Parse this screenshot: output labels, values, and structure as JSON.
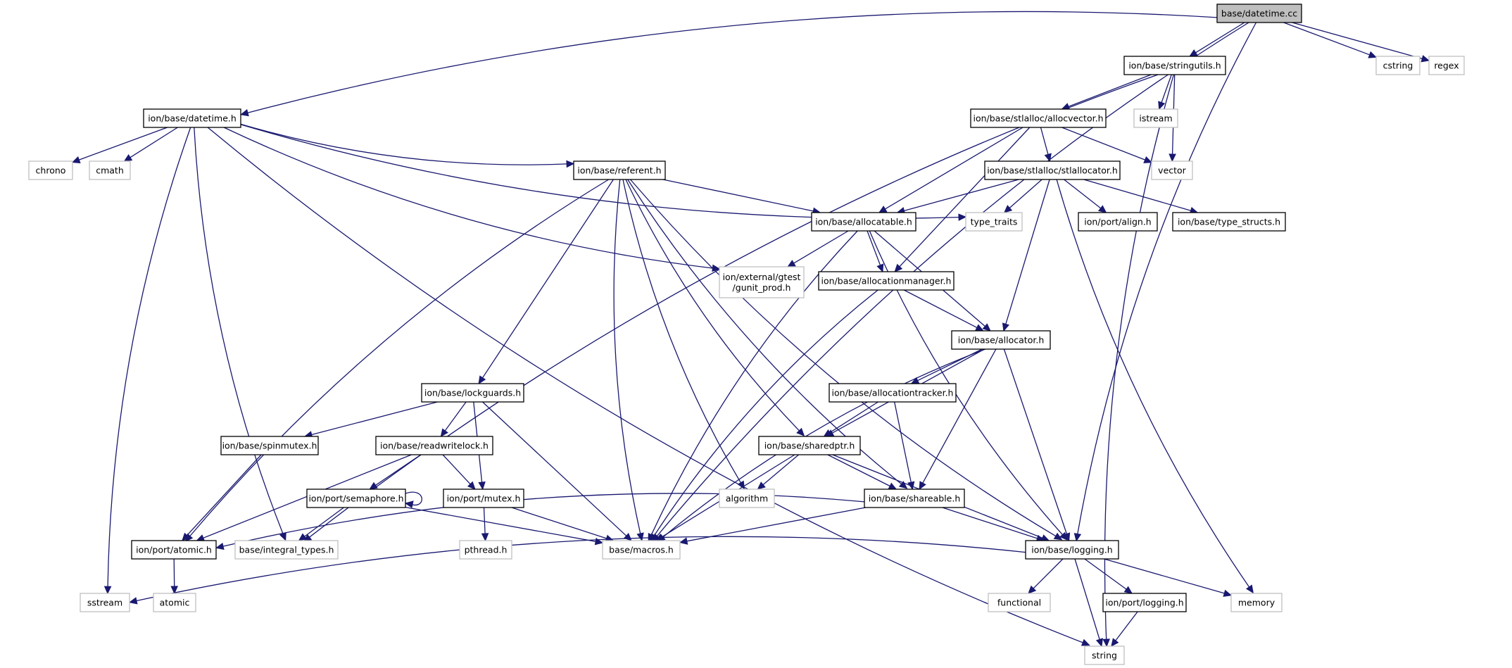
{
  "graph": {
    "nodes": [
      {
        "id": "datetime_cc",
        "label": "base/datetime.cc",
        "kind": "main"
      },
      {
        "id": "stringutils",
        "label": "ion/base/stringutils.h",
        "kind": "local"
      },
      {
        "id": "cstring",
        "label": "cstring",
        "kind": "system"
      },
      {
        "id": "regex",
        "label": "regex",
        "kind": "system"
      },
      {
        "id": "datetime_h",
        "label": "ion/base/datetime.h",
        "kind": "local"
      },
      {
        "id": "istream",
        "label": "istream",
        "kind": "system"
      },
      {
        "id": "allocvector",
        "label": "ion/base/stlalloc/allocvector.h",
        "kind": "local"
      },
      {
        "id": "vector",
        "label": "vector",
        "kind": "system"
      },
      {
        "id": "chrono",
        "label": "chrono",
        "kind": "system"
      },
      {
        "id": "cmath",
        "label": "cmath",
        "kind": "system"
      },
      {
        "id": "referent",
        "label": "ion/base/referent.h",
        "kind": "local"
      },
      {
        "id": "stlallocator",
        "label": "ion/base/stlalloc/stlallocator.h",
        "kind": "local"
      },
      {
        "id": "allocatable",
        "label": "ion/base/allocatable.h",
        "kind": "local"
      },
      {
        "id": "type_traits",
        "label": "type_traits",
        "kind": "system"
      },
      {
        "id": "port_align",
        "label": "ion/port/align.h",
        "kind": "local"
      },
      {
        "id": "type_structs",
        "label": "ion/base/type_structs.h",
        "kind": "local"
      },
      {
        "id": "gunit_prod",
        "label": "ion/external/gtest\n/gunit_prod.h",
        "kind": "system"
      },
      {
        "id": "allocationmanager",
        "label": "ion/base/allocationmanager.h",
        "kind": "local"
      },
      {
        "id": "allocator",
        "label": "ion/base/allocator.h",
        "kind": "local"
      },
      {
        "id": "lockguards",
        "label": "ion/base/lockguards.h",
        "kind": "local"
      },
      {
        "id": "allocationtracker",
        "label": "ion/base/allocationtracker.h",
        "kind": "local"
      },
      {
        "id": "spinmutex",
        "label": "ion/base/spinmutex.h",
        "kind": "local"
      },
      {
        "id": "readwritelock",
        "label": "ion/base/readwritelock.h",
        "kind": "local"
      },
      {
        "id": "sharedptr",
        "label": "ion/base/sharedptr.h",
        "kind": "local"
      },
      {
        "id": "semaphore",
        "label": "ion/port/semaphore.h",
        "kind": "local"
      },
      {
        "id": "port_mutex",
        "label": "ion/port/mutex.h",
        "kind": "local"
      },
      {
        "id": "algorithm",
        "label": "algorithm",
        "kind": "system"
      },
      {
        "id": "shareable",
        "label": "ion/base/shareable.h",
        "kind": "local"
      },
      {
        "id": "port_atomic",
        "label": "ion/port/atomic.h",
        "kind": "local"
      },
      {
        "id": "integral_types",
        "label": "base/integral_types.h",
        "kind": "system"
      },
      {
        "id": "pthread",
        "label": "pthread.h",
        "kind": "system"
      },
      {
        "id": "macros",
        "label": "base/macros.h",
        "kind": "system"
      },
      {
        "id": "logging",
        "label": "ion/base/logging.h",
        "kind": "local"
      },
      {
        "id": "sstream",
        "label": "sstream",
        "kind": "system"
      },
      {
        "id": "atomic",
        "label": "atomic",
        "kind": "system"
      },
      {
        "id": "functional",
        "label": "functional",
        "kind": "system"
      },
      {
        "id": "port_logging",
        "label": "ion/port/logging.h",
        "kind": "local"
      },
      {
        "id": "memory",
        "label": "memory",
        "kind": "system"
      },
      {
        "id": "string",
        "label": "string",
        "kind": "system"
      }
    ],
    "edges": [
      [
        "datetime_cc",
        "stringutils"
      ],
      [
        "datetime_cc",
        "cstring"
      ],
      [
        "datetime_cc",
        "regex"
      ],
      [
        "datetime_cc",
        "datetime_h"
      ],
      [
        "datetime_cc",
        "macros"
      ],
      [
        "datetime_cc",
        "logging"
      ],
      [
        "stringutils",
        "istream"
      ],
      [
        "stringutils",
        "vector"
      ],
      [
        "stringutils",
        "allocvector"
      ],
      [
        "stringutils",
        "integral_types"
      ],
      [
        "stringutils",
        "string"
      ],
      [
        "allocvector",
        "vector"
      ],
      [
        "allocvector",
        "stlallocator"
      ],
      [
        "allocvector",
        "allocatable"
      ],
      [
        "allocvector",
        "allocationmanager"
      ],
      [
        "datetime_h",
        "chrono"
      ],
      [
        "datetime_h",
        "cmath"
      ],
      [
        "datetime_h",
        "referent"
      ],
      [
        "datetime_h",
        "type_traits"
      ],
      [
        "datetime_h",
        "gunit_prod"
      ],
      [
        "datetime_h",
        "sstream"
      ],
      [
        "datetime_h",
        "integral_types"
      ],
      [
        "datetime_h",
        "string"
      ],
      [
        "stlallocator",
        "allocatable"
      ],
      [
        "stlallocator",
        "type_traits"
      ],
      [
        "stlallocator",
        "port_align"
      ],
      [
        "stlallocator",
        "type_structs"
      ],
      [
        "stlallocator",
        "allocator"
      ],
      [
        "stlallocator",
        "memory"
      ],
      [
        "referent",
        "allocatable"
      ],
      [
        "referent",
        "logging"
      ],
      [
        "referent",
        "lockguards"
      ],
      [
        "referent",
        "port_atomic"
      ],
      [
        "referent",
        "algorithm"
      ],
      [
        "referent",
        "sharedptr"
      ],
      [
        "referent",
        "shareable"
      ],
      [
        "referent",
        "macros"
      ],
      [
        "allocatable",
        "gunit_prod"
      ],
      [
        "allocatable",
        "allocationmanager"
      ],
      [
        "allocatable",
        "allocator"
      ],
      [
        "allocatable",
        "logging"
      ],
      [
        "allocatable",
        "macros"
      ],
      [
        "allocationmanager",
        "allocator"
      ],
      [
        "allocationmanager",
        "macros"
      ],
      [
        "allocator",
        "allocationtracker"
      ],
      [
        "allocator",
        "sharedptr"
      ],
      [
        "allocator",
        "shareable"
      ],
      [
        "allocator",
        "logging"
      ],
      [
        "allocator",
        "macros"
      ],
      [
        "allocationtracker",
        "sharedptr"
      ],
      [
        "allocationtracker",
        "shareable"
      ],
      [
        "lockguards",
        "spinmutex"
      ],
      [
        "lockguards",
        "readwritelock"
      ],
      [
        "lockguards",
        "port_mutex"
      ],
      [
        "lockguards",
        "macros"
      ],
      [
        "spinmutex",
        "port_atomic"
      ],
      [
        "readwritelock",
        "semaphore"
      ],
      [
        "readwritelock",
        "port_mutex"
      ],
      [
        "readwritelock",
        "port_atomic"
      ],
      [
        "semaphore",
        "semaphore"
      ],
      [
        "semaphore",
        "integral_types"
      ],
      [
        "semaphore",
        "macros"
      ],
      [
        "port_mutex",
        "pthread"
      ],
      [
        "port_mutex",
        "macros"
      ],
      [
        "sharedptr",
        "algorithm"
      ],
      [
        "sharedptr",
        "shareable"
      ],
      [
        "sharedptr",
        "macros"
      ],
      [
        "sharedptr",
        "logging"
      ],
      [
        "shareable",
        "port_atomic"
      ],
      [
        "shareable",
        "macros"
      ],
      [
        "shareable",
        "logging"
      ],
      [
        "port_atomic",
        "atomic"
      ],
      [
        "logging",
        "sstream"
      ],
      [
        "logging",
        "functional"
      ],
      [
        "logging",
        "port_logging"
      ],
      [
        "logging",
        "memory"
      ],
      [
        "logging",
        "string"
      ],
      [
        "port_logging",
        "string"
      ]
    ]
  }
}
